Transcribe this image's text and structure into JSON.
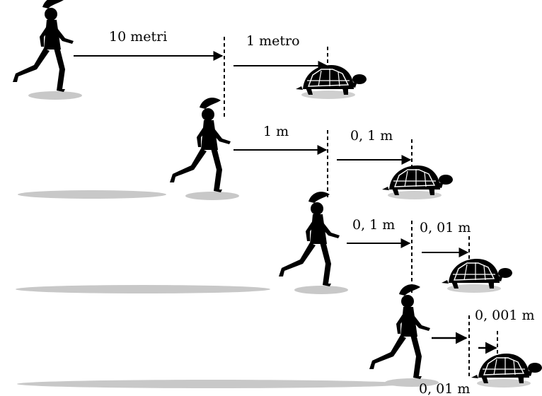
{
  "labels": {
    "row1_runner_dist": "10 metri",
    "row1_tortoise_dist": "1 metro",
    "row2_runner_dist": "1 m",
    "row2_tortoise_dist": "0, 1 m",
    "row3_runner_dist": "0, 1 m",
    "row3_tortoise_dist": "0, 01 m",
    "row4_tortoise_dist": "0, 001 m",
    "row4_runner_dist": "0, 01 m"
  }
}
